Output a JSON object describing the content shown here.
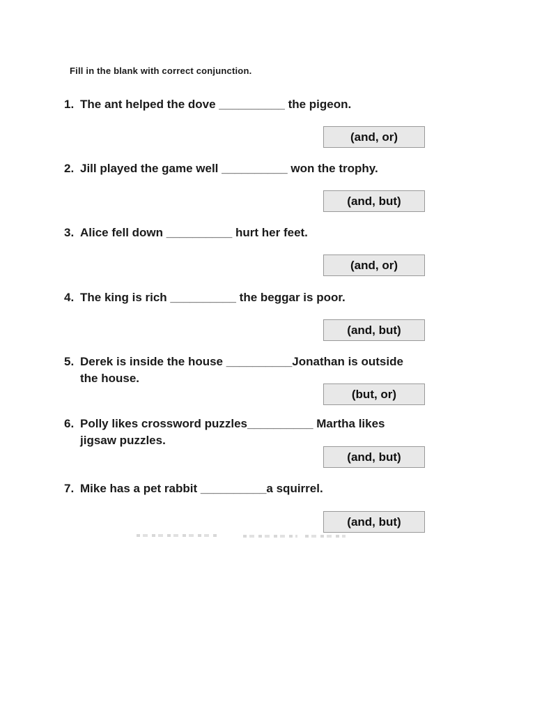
{
  "document": {
    "instruction": "Fill in the blank with correct conjunction.",
    "questions": [
      {
        "number": "1.",
        "lines": [
          "The ant helped the dove __________ the pigeon."
        ],
        "options": "(and, or)"
      },
      {
        "number": "2.",
        "lines": [
          "Jill played the game well __________ won the trophy."
        ],
        "options": "(and, but)"
      },
      {
        "number": "3.",
        "lines": [
          "Alice fell down __________ hurt her feet."
        ],
        "options": "(and, or)"
      },
      {
        "number": "4.",
        "lines": [
          "The king is rich __________ the beggar is poor."
        ],
        "options": "(and, but)"
      },
      {
        "number": "5.",
        "lines": [
          "Derek is inside the house __________Jonathan is outside",
          "the house."
        ],
        "options": "(but, or)"
      },
      {
        "number": "6.",
        "lines": [
          "Polly likes crossword puzzles__________ Martha likes",
          "jigsaw puzzles."
        ],
        "options": "(and, but)"
      },
      {
        "number": "7.",
        "lines": [
          "Mike has a pet rabbit __________a squirrel."
        ],
        "options": "(and, but)"
      }
    ],
    "colors": {
      "page_background": "#ffffff",
      "text": "#1a1a1a",
      "option_box_fill": "#e8e8e8",
      "option_box_border": "#999999"
    }
  }
}
